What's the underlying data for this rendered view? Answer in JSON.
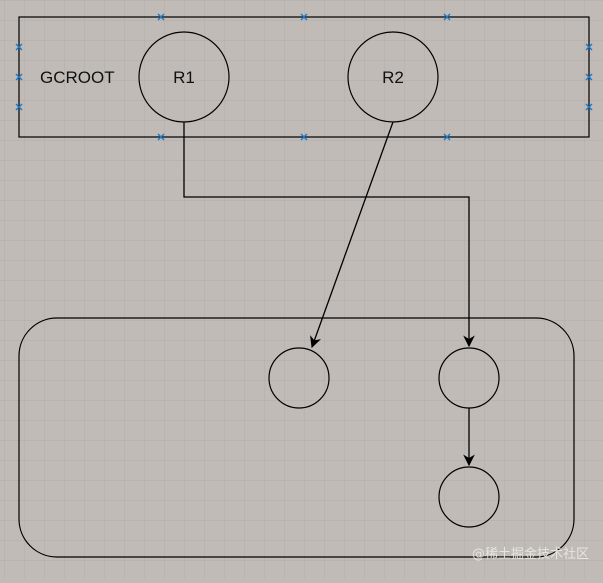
{
  "diagram": {
    "root_box_label": "GCROOT",
    "roots": [
      {
        "id": "r1",
        "label": "R1"
      },
      {
        "id": "r2",
        "label": "R2"
      }
    ],
    "heap_objects": [
      {
        "id": "obj-a",
        "label": ""
      },
      {
        "id": "obj-b",
        "label": ""
      },
      {
        "id": "obj-c",
        "label": ""
      }
    ],
    "references": [
      {
        "from": "r1",
        "to": "obj-b"
      },
      {
        "from": "r2",
        "to": "obj-a"
      },
      {
        "from": "obj-b",
        "to": "obj-c"
      }
    ]
  },
  "colors": {
    "background": "#c0bbb6",
    "grid": "#b2ada8",
    "stroke": "#000000",
    "selection_handle": "#1e7ac8"
  },
  "watermark": "@稀土掘金技术社区"
}
